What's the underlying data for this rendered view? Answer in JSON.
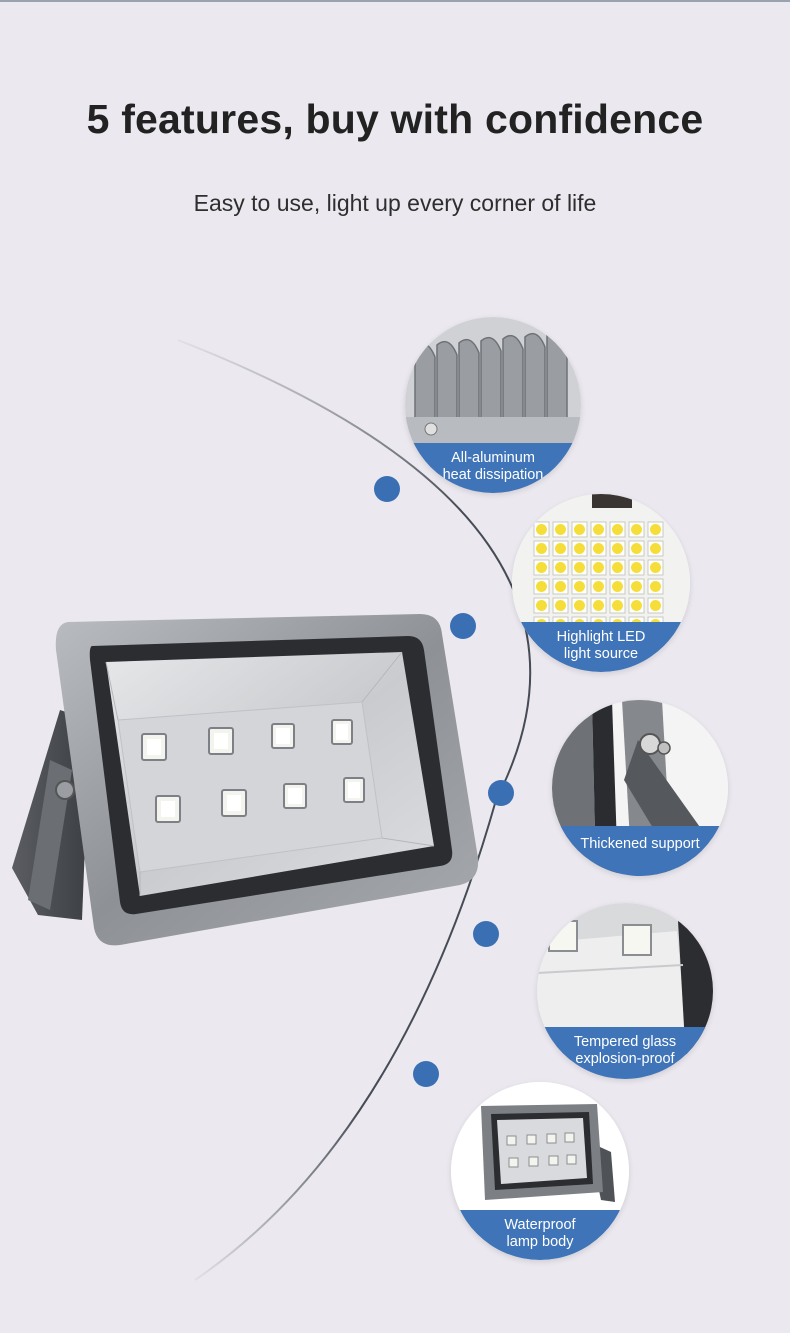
{
  "header": {
    "title": "5 features, buy with confidence",
    "subtitle": "Easy to use, light up every corner of life"
  },
  "colors": {
    "background": "#ebe9ef",
    "accent_blue": "#3f74b8",
    "dot_blue": "#3a6fb4",
    "arc_line": "#333a45"
  },
  "features": [
    {
      "id": "heat",
      "line1": "All-aluminum",
      "line2": "heat dissipation"
    },
    {
      "id": "led",
      "line1": "Highlight LED",
      "line2": "light source"
    },
    {
      "id": "support",
      "line1": "Thickened support",
      "line2": ""
    },
    {
      "id": "glass",
      "line1": "Tempered glass",
      "line2": "explosion-proof"
    },
    {
      "id": "waterproof",
      "line1": "Waterproof",
      "line2": "lamp body"
    }
  ]
}
